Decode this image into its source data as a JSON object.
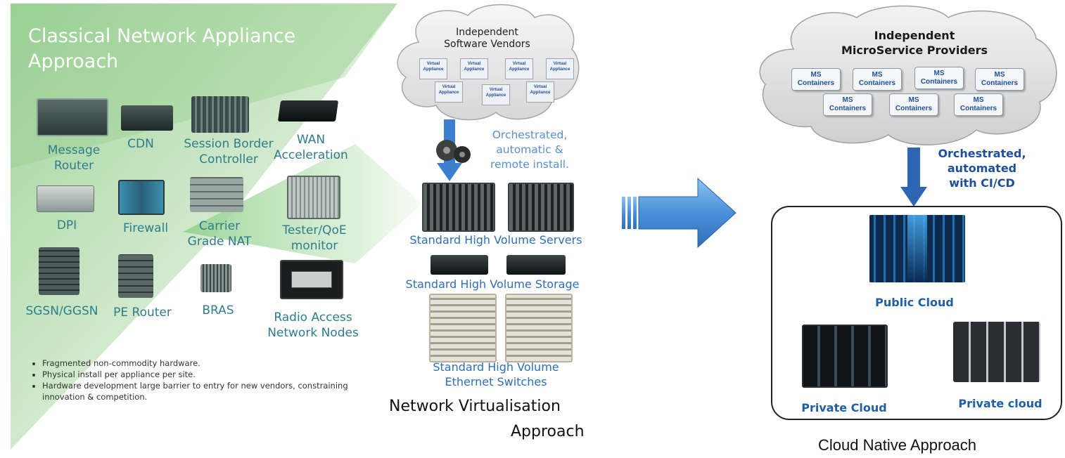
{
  "classical": {
    "title_line1": "Classical Network Appliance",
    "title_line2": "Approach",
    "appliances": {
      "message_router": [
        "Message",
        "Router"
      ],
      "cdn": "CDN",
      "sbc": [
        "Session Border",
        "Controller"
      ],
      "wan": [
        "WAN",
        "Acceleration"
      ],
      "dpi": "DPI",
      "firewall": "Firewall",
      "cgnat": [
        "Carrier",
        "Grade NAT"
      ],
      "tester": [
        "Tester/QoE",
        "monitor"
      ],
      "sgsn": "SGSN/GGSN",
      "pe_router": "PE Router",
      "bras": "BRAS",
      "ran": [
        "Radio Access",
        "Network Nodes"
      ]
    },
    "bullets": [
      "Fragmented non-commodity hardware.",
      "Physical install per appliance per site.",
      "Hardware development large barrier to entry for new vendors, constraining innovation & competition."
    ]
  },
  "nv": {
    "cloud_title_line1": "Independent",
    "cloud_title_line2": "Software Vendors",
    "va_label": "Virtual Appliance",
    "orchestrated": [
      "Orchestrated,",
      "automatic &",
      "remote install."
    ],
    "servers": "Standard High Volume Servers",
    "storage": "Standard High Volume Storage",
    "switches": [
      "Standard High Volume",
      "Ethernet Switches"
    ],
    "title_line1": "Network Virtualisation",
    "title_line2": "Approach"
  },
  "cn": {
    "cloud_title_line1": "Independent",
    "cloud_title_line2": "MicroService Providers",
    "ms_label_line1": "MS",
    "ms_label_line2": "Containers",
    "orchestrated": [
      "Orchestrated,",
      "automated",
      "with CI/CD"
    ],
    "public_cloud": "Public Cloud",
    "private_cloud_1": "Private Cloud",
    "private_cloud_2": "Private cloud",
    "title": "Cloud Native Approach"
  },
  "colors": {
    "green_light": "#eaf4e6",
    "green_dark": "#7fbf7b",
    "label_teal": "#2e7d8a",
    "nv_blue": "#2f6fb5",
    "arrow_blue": "#4a90d9"
  }
}
